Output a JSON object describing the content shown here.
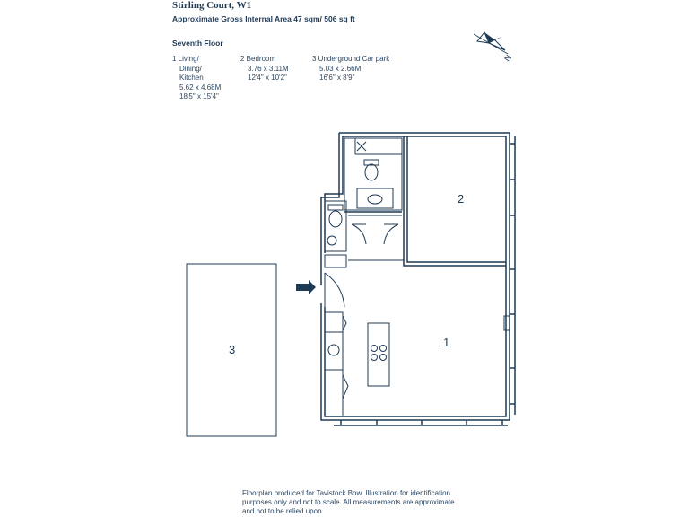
{
  "header": {
    "title": "Stirling Court, W1",
    "area": "Approximate Gross Internal Area 47 sqm/ 506 sq ft",
    "floor": "Seventh Floor"
  },
  "rooms": [
    {
      "lines": [
        "1 Living/",
        "Dining/",
        "Kitchen",
        "5.62 x 4.68M",
        "18'5\" x 15'4\""
      ]
    },
    {
      "lines": [
        "2 Bedroom",
        "3.76 x 3.11M",
        "12'4\" x 10'2\""
      ]
    },
    {
      "lines": [
        "3 Underground Car park",
        "5.03 x 2.66M",
        "16'6\" x 8'9\""
      ]
    }
  ],
  "plan_labels": {
    "living": "1",
    "bedroom": "2",
    "carpark": "3"
  },
  "compass": {
    "label": "N"
  },
  "footer": {
    "lines": [
      "Floorplan produced for Tavistock Bow. Illustration for identification",
      "purposes only and not to scale. All measurements are approximate",
      "and not to be relied upon."
    ]
  },
  "colors": {
    "ink": "#1f3a54",
    "accent": "#1f3a54"
  }
}
